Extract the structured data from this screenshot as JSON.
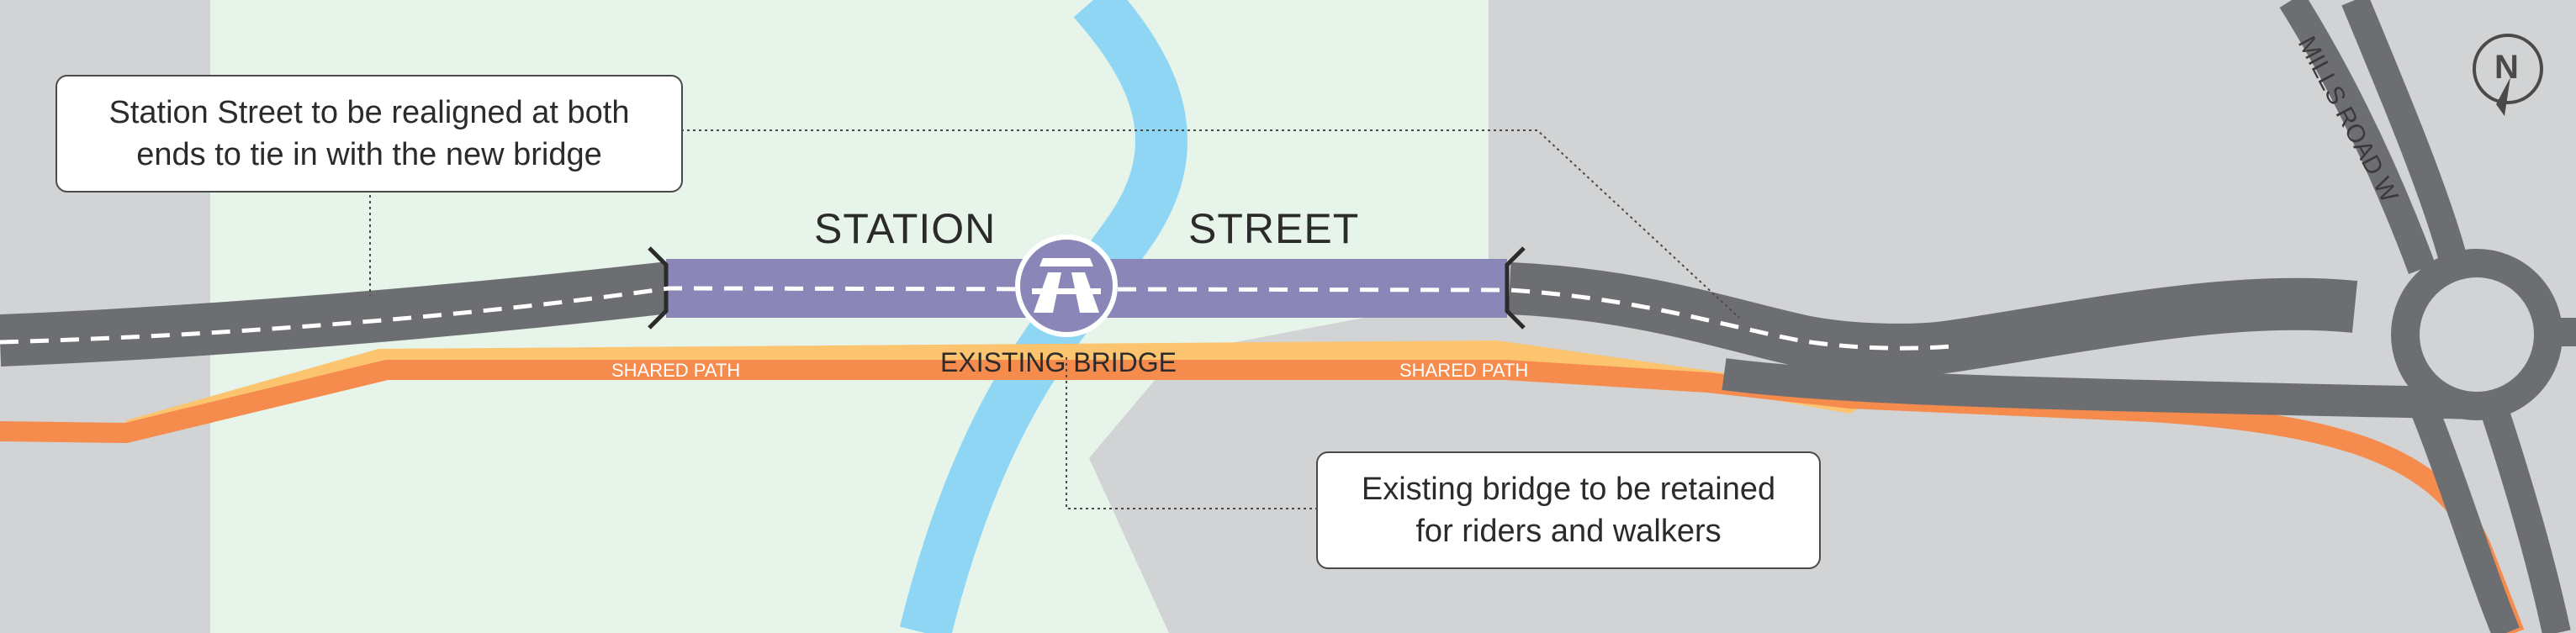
{
  "callouts": {
    "realign": {
      "line1": "Station Street to be realigned at both",
      "line2": "ends to tie in with the new bridge"
    },
    "retain": {
      "line1": "Existing bridge to be retained",
      "line2": "for riders and walkers"
    }
  },
  "labels": {
    "station": "STATION",
    "street": "STREET",
    "existing_bridge": "EXISTING BRIDGE",
    "shared_path_left": "SHARED PATH",
    "shared_path_right": "SHARED PATH",
    "mills_road": "MILLS ROAD W",
    "north": "N"
  },
  "icons": {
    "bridge": "motorway-bridge-icon",
    "north": "north-arrow-icon"
  },
  "colors": {
    "background": "#d1d3d4",
    "green_zone": "#e6f4ea",
    "river": "#8fd6f5",
    "road": "#6d6e71",
    "new_bridge": "#8a86b8",
    "shared_path_orange": "#f58b4c",
    "shared_path_light": "#fcc46f"
  }
}
